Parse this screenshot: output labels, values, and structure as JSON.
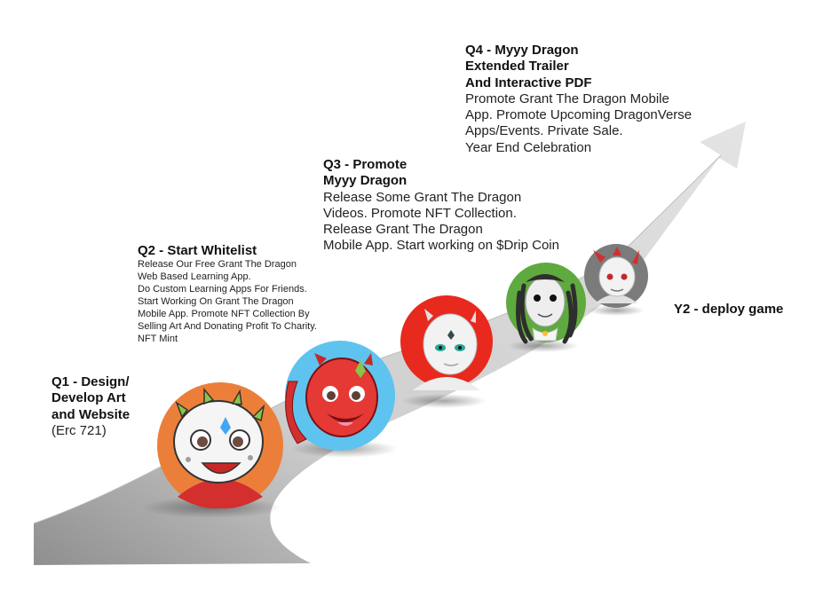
{
  "milestones": [
    {
      "id": "q1",
      "title": "Q1 - Design/\nDevelop Art\nand Website",
      "body": "(Erc 721)"
    },
    {
      "id": "q2",
      "title": "Q2 - Start Whitelist",
      "body": "Release Our Free Grant The Dragon\nWeb Based Learning App.\nDo Custom Learning Apps For Friends.\nStart Working On Grant The Dragon\nMobile App. Promote NFT Collection By\nSelling Art And Donating Profit To Charity.\nNFT Mint"
    },
    {
      "id": "q3",
      "title": "Q3 - Promote\nMyyy Dragon",
      "body": "Release Some Grant The Dragon\nVideos. Promote NFT Collection.\nRelease Grant The Dragon\nMobile App. Start working on $Drip Coin"
    },
    {
      "id": "q4",
      "title": "Q4 - Myyy Dragon\nExtended Trailer\nAnd Interactive PDF",
      "body": "Promote Grant The Dragon Mobile\nApp. Promote Upcoming DragonVerse\nApps/Events. Private Sale.\nYear End Celebration"
    },
    {
      "id": "y2",
      "title": "Y2 - deploy game",
      "body": ""
    }
  ],
  "avatars": [
    {
      "name": "white-dragon-avatar",
      "bg": "#EB7F3A"
    },
    {
      "name": "red-dragon-avatar",
      "bg": "#5EC3EF"
    },
    {
      "name": "white-dragon-red-bg-avatar",
      "bg": "#E8291E"
    },
    {
      "name": "dreadlocks-dragon-avatar",
      "bg": "#5EAA3E"
    },
    {
      "name": "grey-dragon-avatar",
      "bg": "#7B7B7B"
    }
  ],
  "colors": {
    "road": "#D4D4D4",
    "road_edge": "#9E9E9E",
    "text": "#111111"
  }
}
